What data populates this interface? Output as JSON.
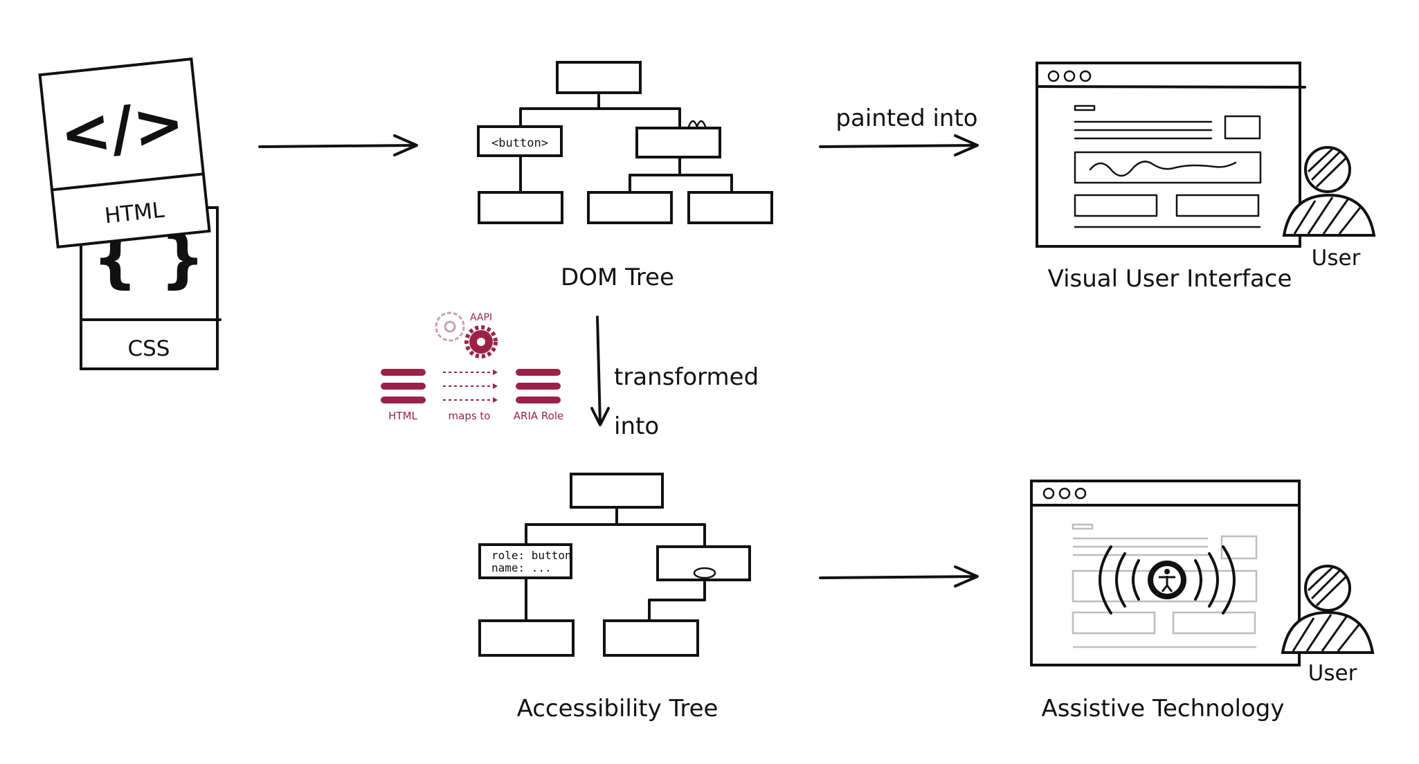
{
  "files": {
    "html_label": "HTML",
    "html_glyph": "</>",
    "css_label": "CSS",
    "css_glyph": "{ }"
  },
  "dom_tree": {
    "title": "DOM Tree",
    "button_node": "<button>"
  },
  "accessibility_tree": {
    "title": "Accessibility Tree",
    "node_role": "role: button",
    "node_name": "name: ..."
  },
  "arrows": {
    "painted_into": "painted into",
    "transformed_line1": "transformed",
    "transformed_line2": "into"
  },
  "mapping_icon": {
    "aapi": "AAPI",
    "html": "HTML",
    "maps_to": "maps to",
    "aria_role": "ARIA Role",
    "accent_color": "#9b2246"
  },
  "visual_ui": {
    "title": "Visual User Interface",
    "user_label": "User"
  },
  "assistive_tech": {
    "title": "Assistive Technology",
    "user_label": "User"
  }
}
